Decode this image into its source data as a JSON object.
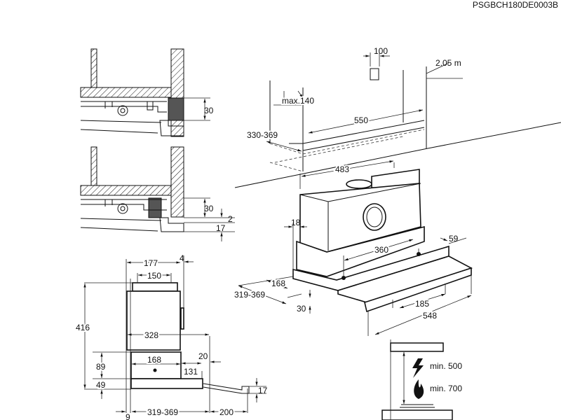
{
  "doc_code": "PSGBCH180DE0003B",
  "detail_top": {
    "h30": "30"
  },
  "detail_mid": {
    "h30": "30",
    "gap2": "2",
    "h17": "17"
  },
  "side_view": {
    "w177": "177",
    "w4": "4",
    "w150": "150",
    "h416": "416",
    "w328": "328",
    "w168": "168",
    "w20": "20",
    "w131": "131",
    "h89": "89",
    "h49": "49",
    "h17": "17",
    "w9": "9",
    "w319_369": "319-369",
    "w200": "200"
  },
  "ceiling_view": {
    "d100": "100",
    "h205": "2.05 m",
    "max140": "max.140",
    "w550": "550",
    "d330_369": "330-369"
  },
  "iso_view": {
    "w483": "483",
    "w18": "18",
    "w360": "360",
    "w59": "59",
    "d168": "168",
    "d319_369": "319-369",
    "h30": "30",
    "w185": "185",
    "w548": "548"
  },
  "clearance": {
    "electric": "min. 500",
    "gas": "min. 700"
  }
}
